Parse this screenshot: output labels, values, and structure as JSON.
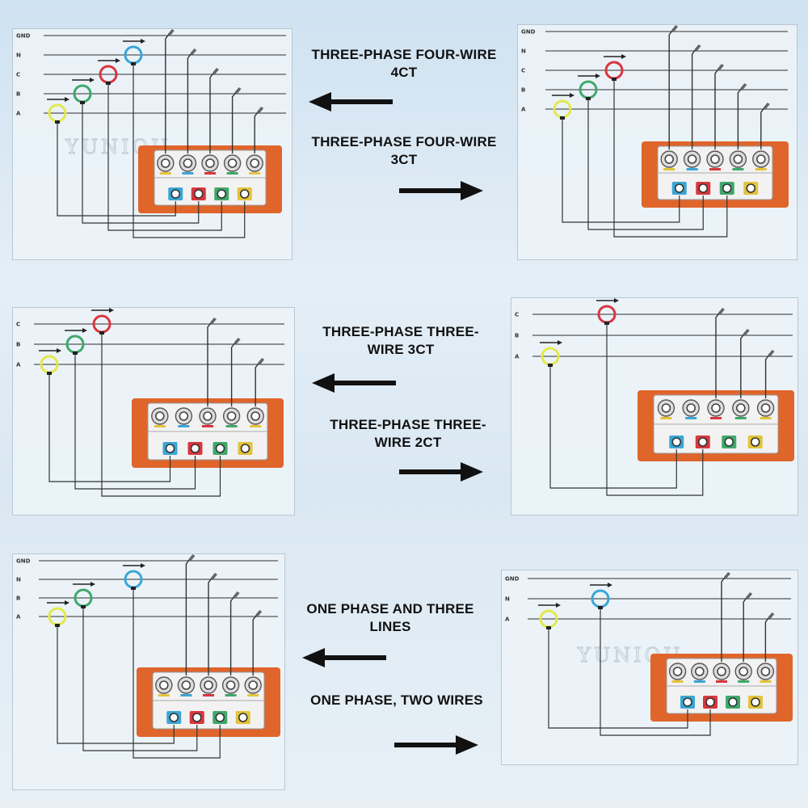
{
  "captions": {
    "c1": "THREE-PHASE FOUR-WIRE 4CT",
    "c2": "THREE-PHASE FOUR-WIRE 3CT",
    "c3": "THREE-PHASE THREE-WIRE 3CT",
    "c4": "THREE-PHASE THREE-WIRE 2CT",
    "c5": "ONE PHASE AND THREE LINES",
    "c6": "ONE PHASE, TWO WIRES"
  },
  "line_labels": {
    "gnd": "GND",
    "n": "N",
    "c": "C",
    "b": "B",
    "a": "A"
  },
  "watermark": "YUNIOU",
  "colors": {
    "ct_a": "#e3e84a",
    "ct_b": "#3fa86a",
    "ct_c": "#d9363e",
    "ct_n": "#3aa6d6",
    "meter": "#e0652a",
    "wire": "#444444",
    "arrow": "#111111"
  },
  "diagrams": [
    {
      "id": "d1",
      "lines": [
        "GND",
        "N",
        "C",
        "B",
        "A"
      ],
      "cts": [
        "A",
        "B",
        "C",
        "N"
      ],
      "watermark": true
    },
    {
      "id": "d2",
      "lines": [
        "GND",
        "N",
        "C",
        "B",
        "A"
      ],
      "cts": [
        "A",
        "B",
        "C"
      ],
      "watermark": false
    },
    {
      "id": "d3",
      "lines": [
        "C",
        "B",
        "A"
      ],
      "cts": [
        "A",
        "B",
        "C"
      ],
      "watermark": false
    },
    {
      "id": "d4",
      "lines": [
        "C",
        "B",
        "A"
      ],
      "cts": [
        "A",
        "C"
      ],
      "watermark": false
    },
    {
      "id": "d5",
      "lines": [
        "GND",
        "N",
        "B",
        "A"
      ],
      "cts": [
        "A",
        "B",
        "N"
      ],
      "watermark": false
    },
    {
      "id": "d6",
      "lines": [
        "GND",
        "N",
        "A"
      ],
      "cts": [
        "A",
        "N"
      ],
      "watermark": true
    }
  ],
  "arrows": [
    {
      "id": "ar1",
      "direction": "left"
    },
    {
      "id": "ar2",
      "direction": "right"
    },
    {
      "id": "ar3",
      "direction": "left"
    },
    {
      "id": "ar4",
      "direction": "right"
    },
    {
      "id": "ar5",
      "direction": "left"
    },
    {
      "id": "ar6",
      "direction": "right"
    }
  ]
}
